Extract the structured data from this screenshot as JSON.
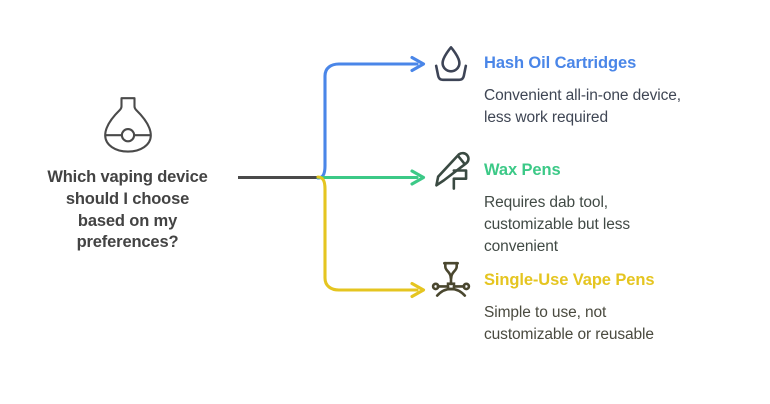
{
  "root": {
    "icon": "vaporizer-diffuser-icon",
    "question": "Which vaping device should I choose based on my preferences?",
    "question_lines": [
      "Which vaping device",
      "should I choose",
      "based on my",
      "preferences?"
    ],
    "text_color": "#434343",
    "stem_color": "#4a4a4a"
  },
  "branches": [
    {
      "id": "hash-oil-cartridges",
      "title": "Hash Oil Cartridges",
      "description": "Convenient all-in-one device, less work required",
      "desc_lines": [
        "Convenient all-in-one device,",
        "less work required"
      ],
      "icon": "oil-droplet-basin-icon",
      "color": "#4a86e8",
      "icon_color": "#3d4456",
      "desc_color": "#3f4654",
      "direction": "up"
    },
    {
      "id": "wax-pens",
      "title": "Wax Pens",
      "description": "Requires dab tool, customizable but less convenient",
      "desc_lines": [
        "Requires dab tool,",
        "customizable but less",
        "convenient"
      ],
      "icon": "dab-tool-pen-icon",
      "color": "#3cc987",
      "icon_color": "#3a4a42",
      "desc_color": "#414a45",
      "direction": "straight"
    },
    {
      "id": "single-use-vape-pens",
      "title": "Single-Use Vape Pens",
      "description": "Simple to use, not customizable or reusable",
      "desc_lines": [
        "Simple to use, not",
        "customizable or reusable"
      ],
      "icon": "atomizer-coil-icon",
      "color": "#e5c520",
      "icon_color": "#4a472f",
      "desc_color": "#4a4a3f",
      "direction": "down"
    }
  ]
}
